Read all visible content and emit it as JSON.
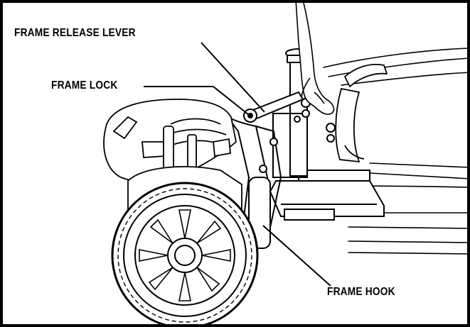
{
  "callouts": {
    "frame_release_lever": "FRAME RELEASE LEVER",
    "frame_lock": "FRAME LOCK",
    "frame_hook": "FRAME HOOK"
  },
  "colors": {
    "ink": "#000000",
    "paper": "#ffffff",
    "shade": "#b8b8b8"
  }
}
